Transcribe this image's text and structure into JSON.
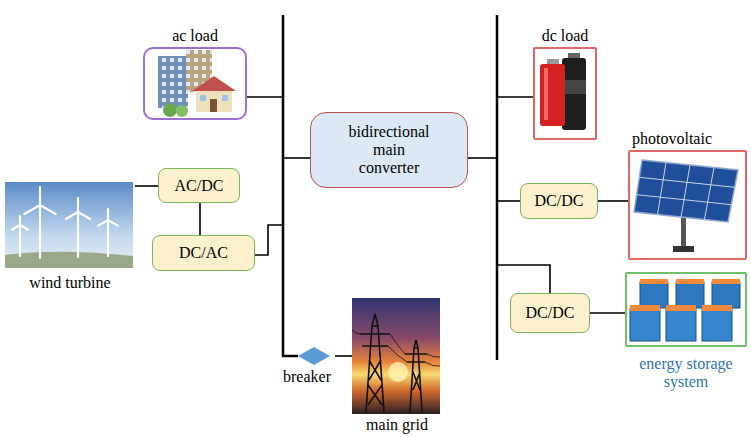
{
  "diagram": {
    "nodes": [
      {
        "text": [
          "ac load"
        ]
      },
      {
        "text": [
          "dc load"
        ]
      },
      {
        "text": [
          "bidirectional main converter"
        ]
      },
      {
        "text": [
          "photovoltaic"
        ]
      },
      {
        "text": [
          "AC/DC"
        ]
      },
      {
        "text": [
          "DC/DC"
        ]
      },
      {
        "text": [
          "wind turbine"
        ]
      },
      {
        "text": [
          "DC/AC"
        ]
      },
      {
        "text": [
          "DC/DC"
        ]
      },
      {
        "text": [
          "energy storage system"
        ]
      },
      {
        "text": [
          "breaker"
        ]
      },
      {
        "text": [
          "main grid"
        ]
      }
    ],
    "edges": [
      {
        "from": 6,
        "to": 4,
        "arrow": "none"
      },
      {
        "from": 4,
        "to": 7,
        "arrow": "none"
      },
      {
        "from": 5,
        "to": 3,
        "arrow": "none"
      },
      {
        "from": 8,
        "to": 9,
        "arrow": "none"
      },
      {
        "from": 10,
        "to": 11,
        "arrow": "none"
      }
    ]
  }
}
